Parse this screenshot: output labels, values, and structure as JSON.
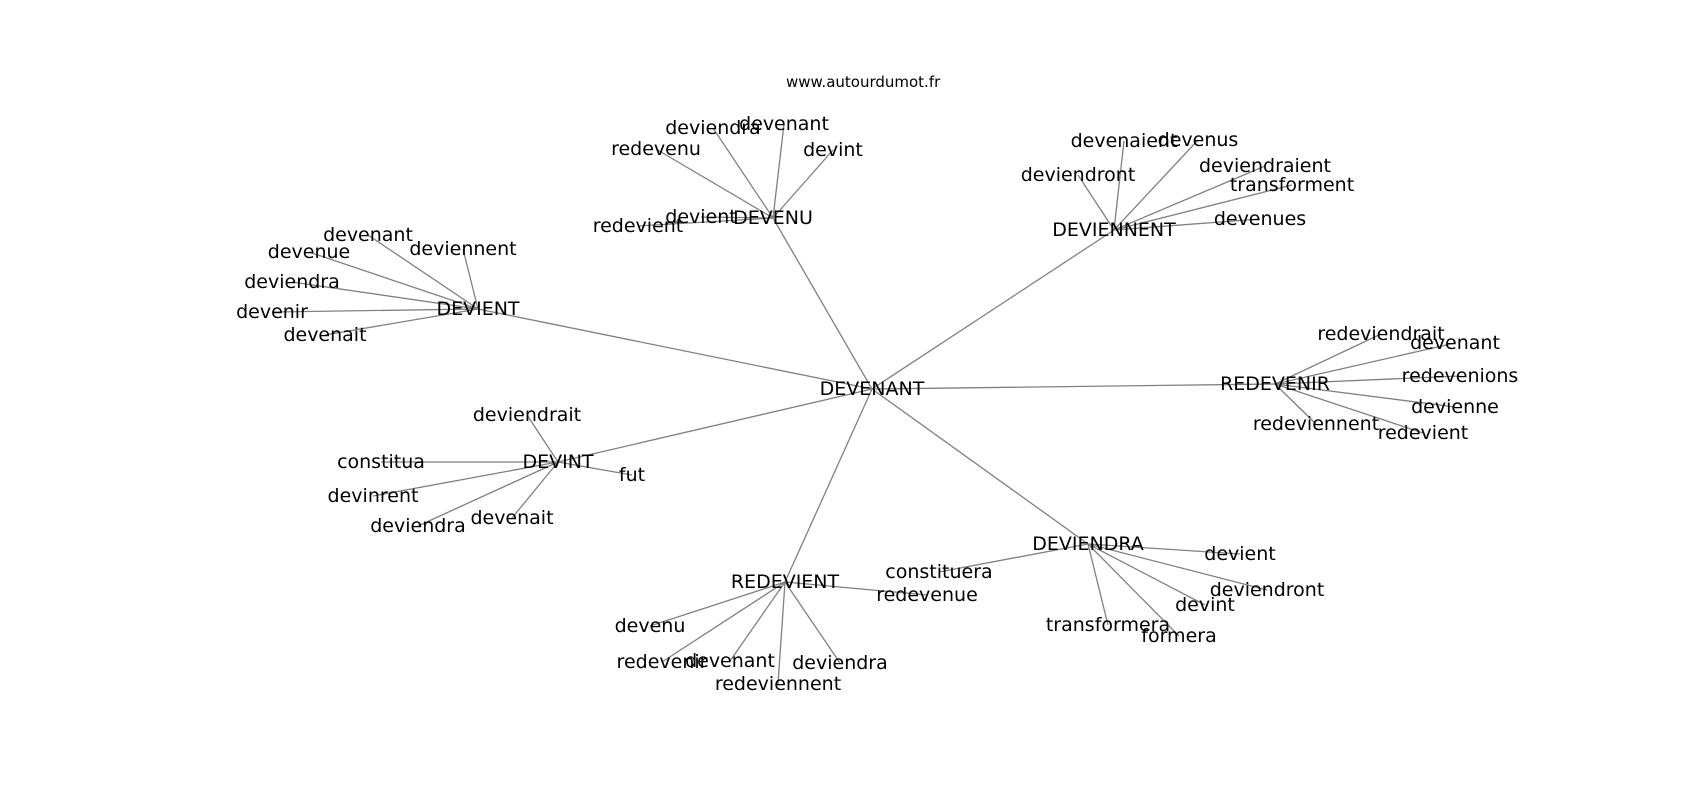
{
  "source": "www.autourdumot.fr",
  "center": "DEVENANT",
  "clusters": [
    {
      "id": "devenu",
      "label": "DEVENU",
      "leaves": [
        "deviendra",
        "devenant",
        "redevenu",
        "devint",
        "devient",
        "redevient"
      ]
    },
    {
      "id": "deviennent",
      "label": "DEVIENNENT",
      "leaves": [
        "devenaient",
        "devenus",
        "deviendront",
        "deviendraient",
        "transforment",
        "devenues"
      ]
    },
    {
      "id": "devient",
      "label": "DEVIENT",
      "leaves": [
        "devenant",
        "devenue",
        "deviennent",
        "deviendra",
        "devenir",
        "devenait"
      ]
    },
    {
      "id": "redevenir",
      "label": "REDEVENIR",
      "leaves": [
        "redeviendrait",
        "devenant",
        "redevenions",
        "devienne",
        "redeviennent",
        "redevient"
      ]
    },
    {
      "id": "devint",
      "label": "DEVINT",
      "leaves": [
        "deviendrait",
        "constitua",
        "fut",
        "devinrent",
        "devenait",
        "deviendra"
      ]
    },
    {
      "id": "deviendra",
      "label": "DEVIENDRA",
      "leaves": [
        "devient",
        "constituera",
        "deviendront",
        "devint",
        "transformera",
        "formera"
      ]
    },
    {
      "id": "redevient",
      "label": "REDEVIENT",
      "leaves": [
        "redevenue",
        "devenu",
        "redevenir",
        "devenant",
        "deviendra",
        "redeviennent"
      ]
    }
  ]
}
